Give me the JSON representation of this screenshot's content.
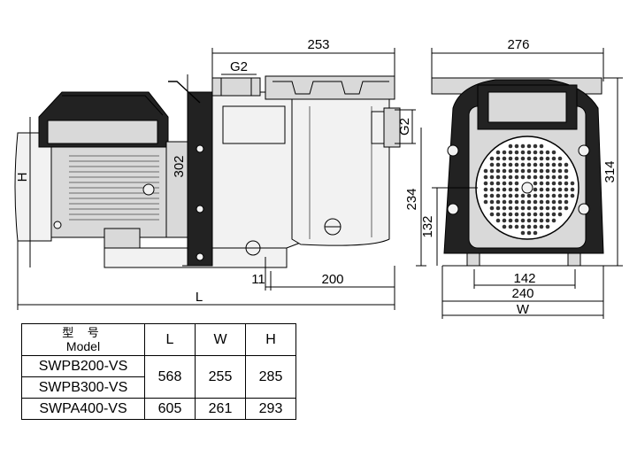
{
  "dimensions": {
    "top_length": "253",
    "g2_top": "G2",
    "g2_side": "G2",
    "height_302": "302",
    "height_234": "234",
    "h_label": "H",
    "l_label": "L",
    "width_11": "11",
    "width_200": "200",
    "width_276": "276",
    "height_314": "314",
    "height_132": "132",
    "width_142": "142",
    "width_240": "240",
    "w_label": "W"
  },
  "table": {
    "header_model_zh": "型 号",
    "header_model_en": "Model",
    "header_l": "L",
    "header_w": "W",
    "header_h": "H",
    "rows": [
      {
        "model": "SWPB200-VS",
        "l": "568",
        "w": "255",
        "h": "285"
      },
      {
        "model": "SWPB300-VS"
      },
      {
        "model": "SWPA400-VS",
        "l": "605",
        "w": "261",
        "h": "293"
      }
    ]
  }
}
